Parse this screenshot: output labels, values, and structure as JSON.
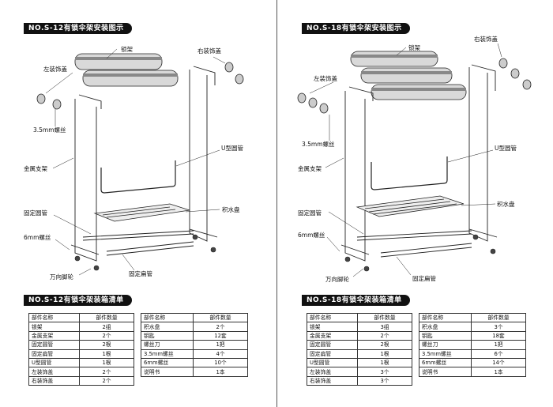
{
  "left": {
    "title": "NO.S-12有锁伞架安装图示",
    "list_title": "NO.S-12有锁伞架装箱清单",
    "labels": {
      "lock_rack": "锁架",
      "right_cap": "右装饰盖",
      "left_cap": "左装饰盖",
      "screw35": "3.5mm螺丝",
      "u_tube": "U型圆管",
      "frame": "金属支架",
      "fixed_round": "固定圆管",
      "tray": "积水盘",
      "screw6": "6mm螺丝",
      "caster": "万向脚轮",
      "fixed_flat": "固定扁管"
    },
    "table1": {
      "headers": [
        "部件名称",
        "部件数量"
      ],
      "rows": [
        [
          "锁架",
          "2组"
        ],
        [
          "金属支架",
          "2个"
        ],
        [
          "固定圆管",
          "2根"
        ],
        [
          "固定扁管",
          "1根"
        ],
        [
          "U型圆管",
          "1根"
        ],
        [
          "左装饰盖",
          "2个"
        ],
        [
          "右装饰盖",
          "2个"
        ]
      ]
    },
    "table2": {
      "headers": [
        "部件名称",
        "部件数量"
      ],
      "rows": [
        [
          "积水盘",
          "2个"
        ],
        [
          "钥匙",
          "12套"
        ],
        [
          "螺丝刀",
          "1把"
        ],
        [
          "3.5mm螺丝",
          "4个"
        ],
        [
          "6mm螺丝",
          "10个"
        ],
        [
          "说明书",
          "1本"
        ]
      ]
    }
  },
  "right": {
    "title": "NO.S-18有锁伞架安装图示",
    "list_title": "NO.S-18有锁伞架装箱清单",
    "labels": {
      "lock_rack": "锁架",
      "right_cap": "右装饰盖",
      "left_cap": "左装饰盖",
      "screw35": "3.5mm螺丝",
      "u_tube": "U型圆管",
      "frame": "金属支架",
      "fixed_round": "固定圆管",
      "tray": "积水盘",
      "screw6": "6mm螺丝",
      "caster": "万向脚轮",
      "fixed_flat": "固定扁管"
    },
    "table1": {
      "headers": [
        "部件名称",
        "部件数量"
      ],
      "rows": [
        [
          "锁架",
          "3组"
        ],
        [
          "金属支架",
          "2个"
        ],
        [
          "固定圆管",
          "2根"
        ],
        [
          "固定扁管",
          "1根"
        ],
        [
          "U型圆管",
          "1根"
        ],
        [
          "左装饰盖",
          "3个"
        ],
        [
          "右装饰盖",
          "3个"
        ]
      ]
    },
    "table2": {
      "headers": [
        "部件名称",
        "部件数量"
      ],
      "rows": [
        [
          "积水盘",
          "3个"
        ],
        [
          "钥匙",
          "18套"
        ],
        [
          "螺丝刀",
          "1把"
        ],
        [
          "3.5mm螺丝",
          "6个"
        ],
        [
          "6mm螺丝",
          "14个"
        ],
        [
          "说明书",
          "1本"
        ]
      ]
    }
  }
}
